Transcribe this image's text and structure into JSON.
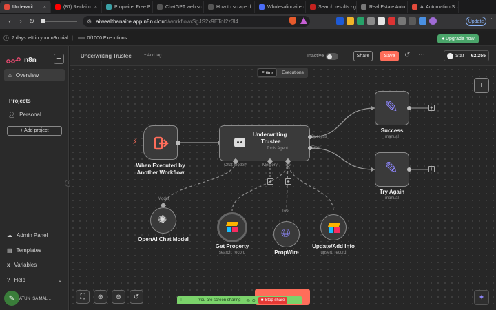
{
  "browser": {
    "tabs": [
      {
        "label": "Underwrit",
        "color": "#e34a3b",
        "active": true
      },
      {
        "label": "(81) Reclaim",
        "color": "#ff0000",
        "active": false
      },
      {
        "label": "Propwire: Free P",
        "color": "#3aa0a5",
        "active": false
      },
      {
        "label": "ChatGPT web sc",
        "color": "#555555",
        "active": false
      },
      {
        "label": "How to scrape d",
        "color": "#555555",
        "active": false
      },
      {
        "label": "Wholesalionairec",
        "color": "#4a6cf7",
        "active": false
      },
      {
        "label": "Search results - g",
        "color": "#c5221f",
        "active": false
      },
      {
        "label": "Real Estate Auto",
        "color": "#777777",
        "active": false
      },
      {
        "label": "AI Automation S",
        "color": "#e34a3b",
        "active": false
      }
    ],
    "url_host": "aiwealthanaire.app.n8n.cloud",
    "url_path": "/workflow/SgJS2x9EToI2z3l4",
    "update_label": "Update"
  },
  "banner": {
    "trial_text": "7 days left in your n8n trial",
    "executions_text": "0/1000 Executions",
    "upgrade_label": "Upgrade now"
  },
  "sidebar": {
    "logo_text": "n8n",
    "overview_label": "Overview",
    "projects_heading": "Projects",
    "personal_label": "Personal",
    "add_project_label": "+ Add project",
    "admin_panel_label": "Admin Panel",
    "templates_label": "Templates",
    "variables_label": "Variables",
    "help_label": "Help",
    "user_name": "ATUN ISA MAL..."
  },
  "header": {
    "workflow_name": "Underwriting Trustee",
    "add_tag_label": "+ Add tag",
    "inactive_label": "Inactive",
    "share_label": "Share",
    "save_label": "Save",
    "star_label": "Star",
    "star_count": "62,255",
    "tab_editor": "Editor",
    "tab_executions": "Executions"
  },
  "nodes": {
    "trigger_label_1": "When Executed by",
    "trigger_label_2": "Another Workflow",
    "agent_title_1": "Underwriting",
    "agent_title_2": "Trustee",
    "agent_sub": "Tools Agent",
    "out_success": "Success",
    "out_error": "Error",
    "in_chat_model": "Chat Model*",
    "in_memory": "Memory",
    "in_tool": "Tool",
    "success_label": "Success",
    "success_sub": "manual",
    "tryagain_label": "Try Again",
    "tryagain_sub": "manual",
    "openai_top": "Model",
    "openai_label": "OpenAI Chat Model",
    "getprop_label": "Get Property",
    "getprop_sub": "search: record",
    "propwire_top": "Tool",
    "propwire_label": "PropWire",
    "update_label": "Update/Add Info",
    "update_sub": "upsert: record"
  },
  "sharing": {
    "sharing_text": "You are screen sharing",
    "stop_label": "Stop share"
  },
  "colors": {
    "accent": "#ff6d5a",
    "success_green": "#4aa56a",
    "node_border": "#8b8b8b",
    "edit_icon": "#8c85f7"
  }
}
